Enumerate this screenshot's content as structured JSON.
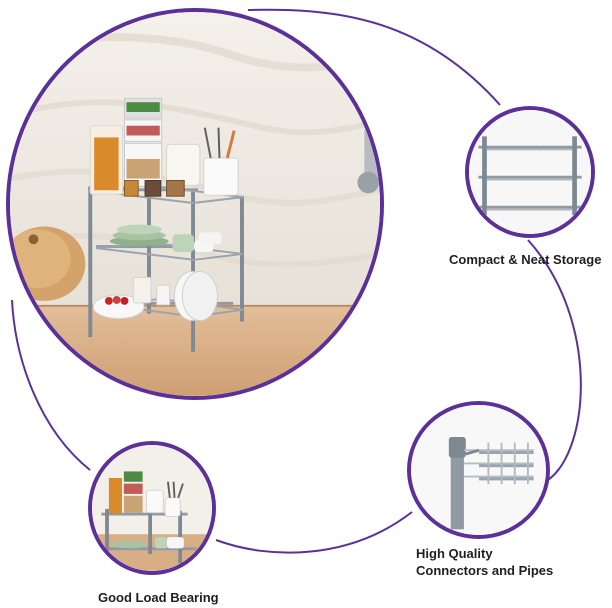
{
  "colors": {
    "accent": "#5b3199",
    "shelf_metal": "#8f9aa3",
    "wall": "#ece8e2",
    "counter": "#d7b18a"
  },
  "features": [
    {
      "caption_lines": [
        "Compact & Neat Storage"
      ],
      "icon": "shelf-detail-icon"
    },
    {
      "caption_lines": [
        "High Quality",
        "Connectors and Pipes"
      ],
      "icon": "connector-pipe-icon"
    },
    {
      "caption_lines": [
        "Good Load Bearing"
      ],
      "icon": "load-bearing-icon"
    }
  ]
}
